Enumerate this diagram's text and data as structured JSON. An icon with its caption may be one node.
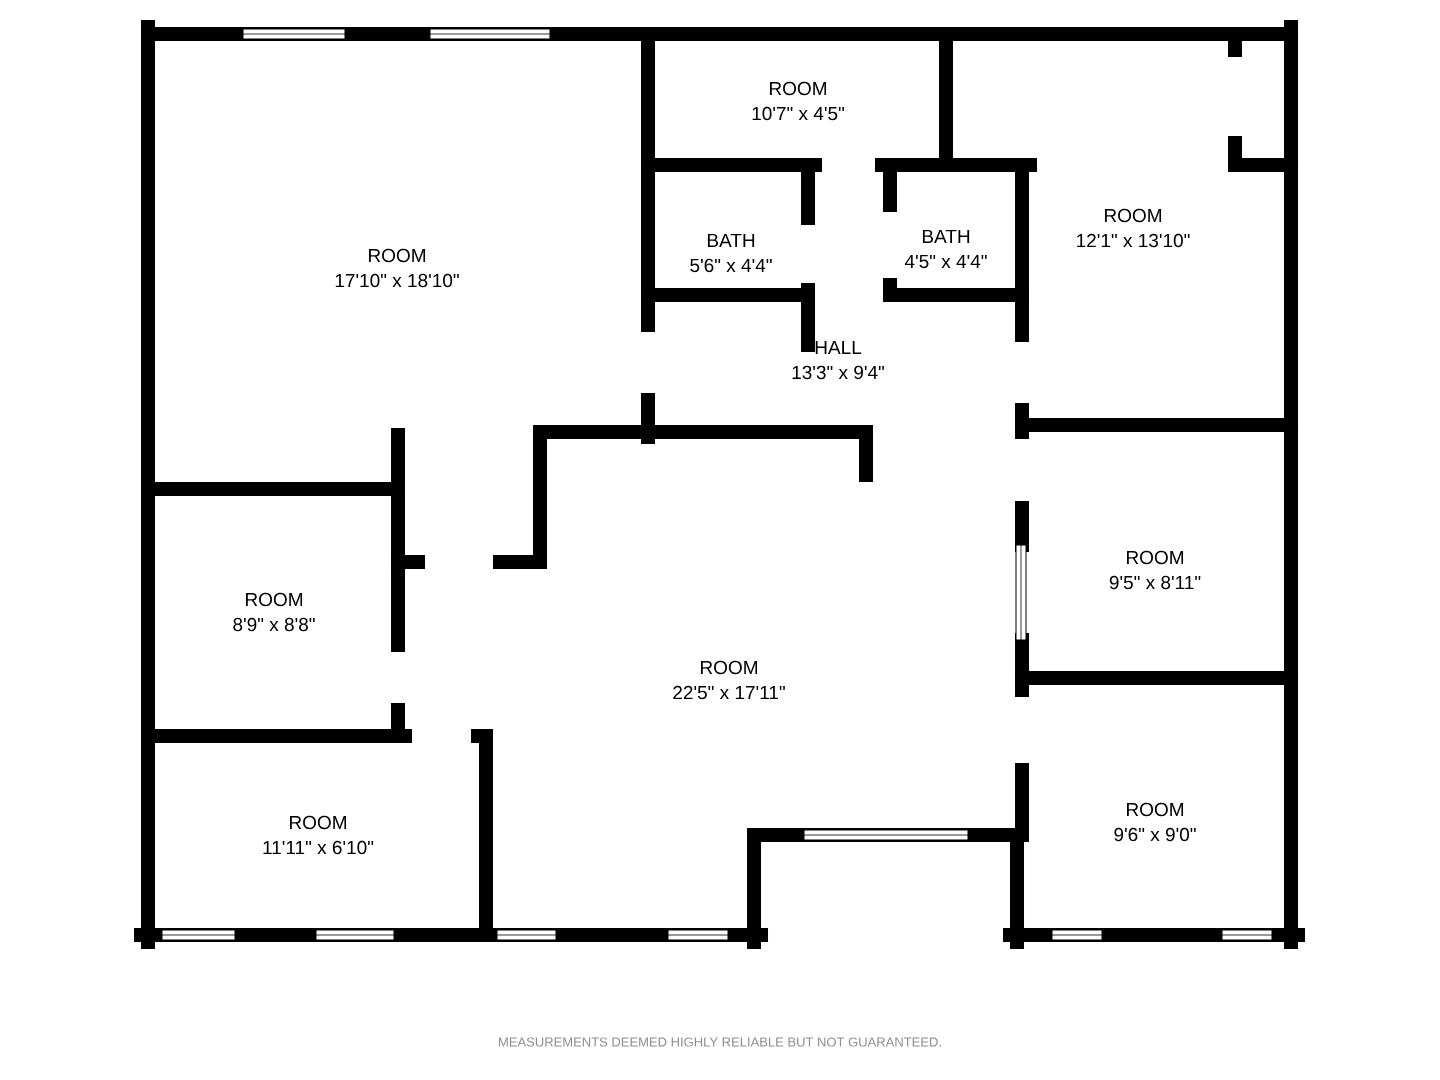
{
  "diagram": {
    "nodes": [
      {
        "text": [
          "ROOM",
          "10'7\" x 4'5\""
        ]
      },
      {
        "text": [
          "ROOM",
          "12'1\" x 13'10\""
        ]
      },
      {
        "text": [
          "ROOM",
          "17'10\" x 18'10\""
        ]
      },
      {
        "text": [
          "BATH",
          "5'6\" x 4'4\""
        ]
      },
      {
        "text": [
          "BATH",
          "4'5\" x 4'4\""
        ]
      },
      {
        "text": [
          "HALL",
          "13'3\" x 9'4\""
        ]
      },
      {
        "text": [
          "ROOM",
          "9'5\" x 8'11\""
        ]
      },
      {
        "text": [
          "ROOM",
          "8'9\" x 8'8\""
        ]
      },
      {
        "text": [
          "ROOM",
          "22'5\" x 17'11\""
        ]
      },
      {
        "text": [
          "ROOM",
          "9'6\" x 9'0\""
        ]
      },
      {
        "text": [
          "ROOM",
          "11'11\" x 6'10\""
        ]
      }
    ],
    "labels": [
      "MEASUREMENTS DEEMED HIGHLY RELIABLE BUT NOT GUARANTEED."
    ]
  }
}
